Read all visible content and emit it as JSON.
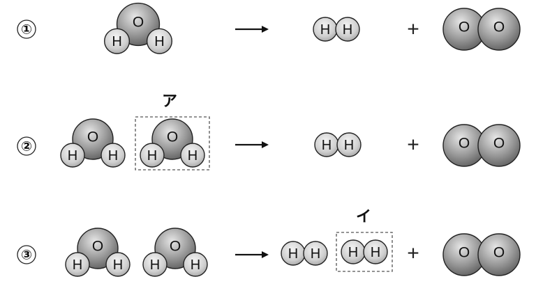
{
  "title": "Decomposition of water into hydrogen and oxygen molecules",
  "colors": {
    "oxygen_dark": "#5a5a5a",
    "oxygen_light": "#e6e6e6",
    "hydrogen_dark": "#9a9a9a",
    "hydrogen_light": "#f4f4f4",
    "outline": "#222222",
    "box_dash": "#555555"
  },
  "symbols": {
    "oxygen": "O",
    "hydrogen": "H",
    "plus": "+"
  },
  "rows": [
    {
      "number": "①",
      "reactants": [
        {
          "type": "H2O",
          "boxed": false
        }
      ],
      "products": [
        {
          "type": "H2",
          "boxed": false
        },
        {
          "type": "O2",
          "boxed": false
        }
      ]
    },
    {
      "number": "②",
      "reactants": [
        {
          "type": "H2O",
          "boxed": false
        },
        {
          "type": "H2O",
          "boxed": true,
          "box_label": "ア"
        }
      ],
      "products": [
        {
          "type": "H2",
          "boxed": false
        },
        {
          "type": "O2",
          "boxed": false
        }
      ]
    },
    {
      "number": "③",
      "reactants": [
        {
          "type": "H2O",
          "boxed": false
        },
        {
          "type": "H2O",
          "boxed": false
        }
      ],
      "products": [
        {
          "type": "H2",
          "boxed": false
        },
        {
          "type": "H2",
          "boxed": true,
          "box_label": "イ"
        },
        {
          "type": "O2",
          "boxed": false
        }
      ]
    }
  ]
}
